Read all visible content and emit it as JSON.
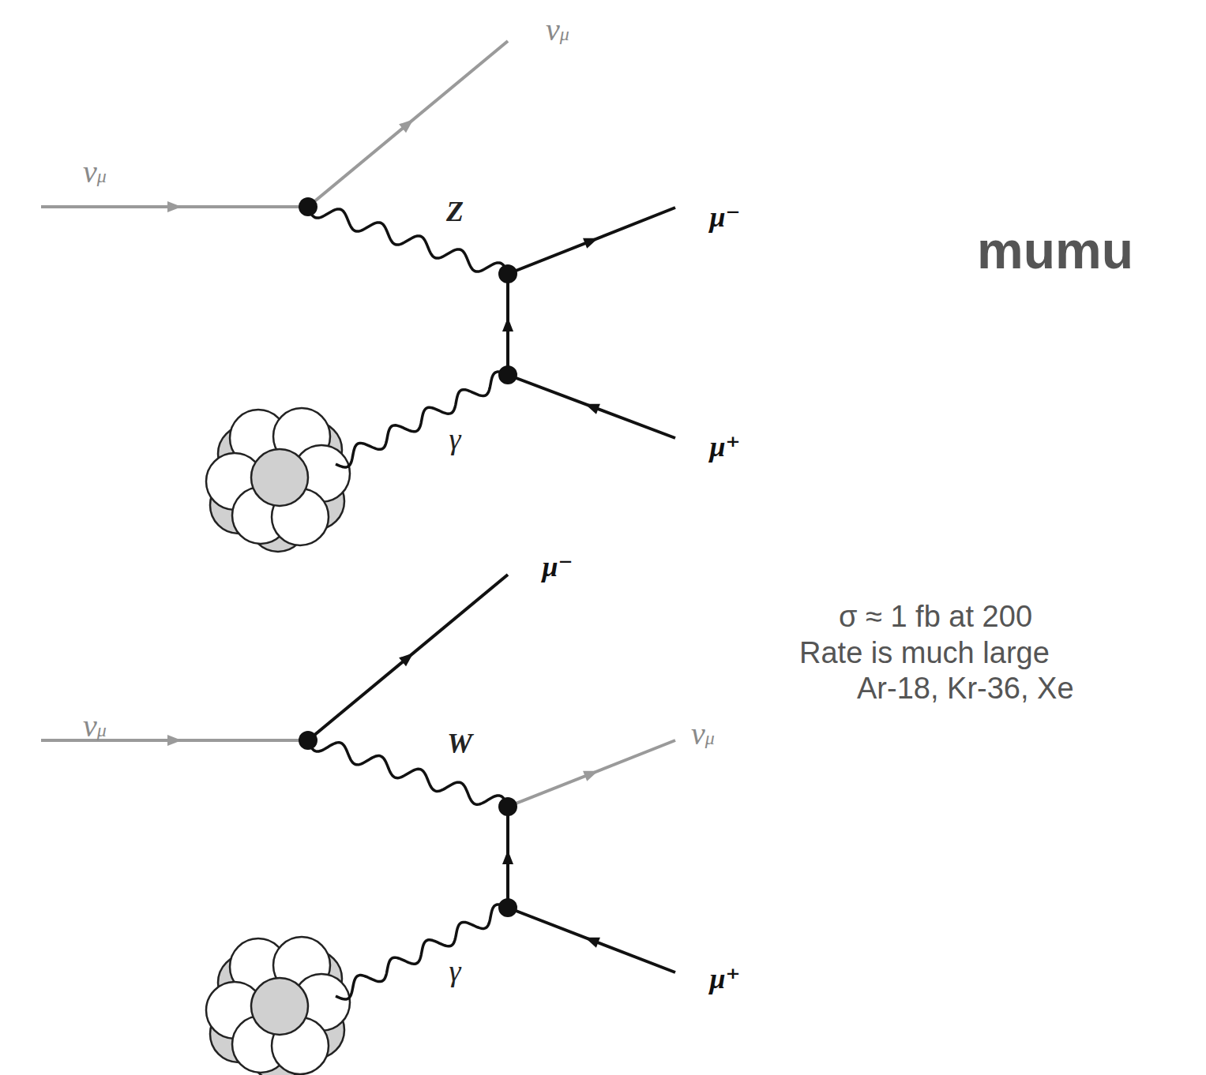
{
  "diagram": {
    "title": "mumu",
    "labels": [
      "νμ",
      "νμ",
      "Z",
      "μ⁻",
      "γ",
      "μ⁺",
      "μ⁻",
      "νμ",
      "W",
      "νμ",
      "γ",
      "μ⁺",
      "σ ≈ 1 fb at 200",
      "Rate is much large",
      "Ar-18, Kr-36, Xe"
    ]
  }
}
